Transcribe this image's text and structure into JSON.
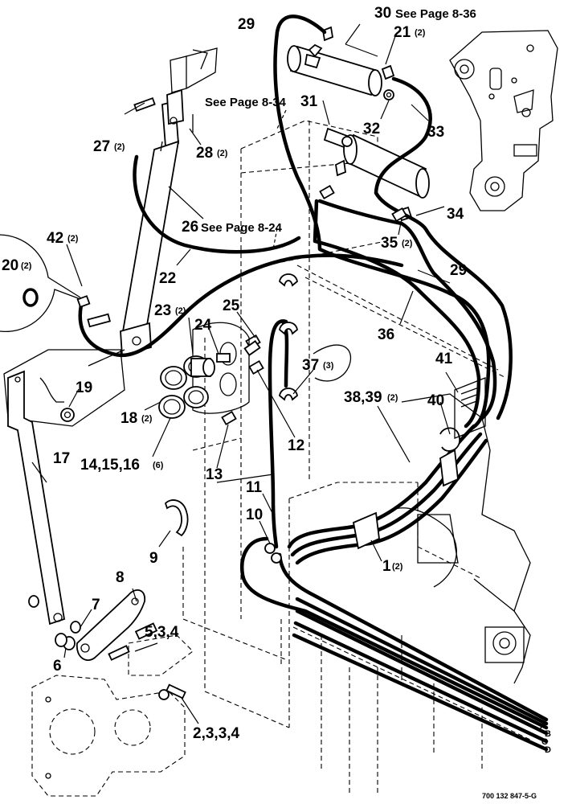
{
  "callouts": {
    "c30": "30",
    "c30_note": "See Page 8-36",
    "c29a": "29",
    "c21": "21",
    "c21q": "(2)",
    "c31": "31",
    "c31_note": "See Page 8-34",
    "c32": "32",
    "c33": "33",
    "c27": "27",
    "c27q": "(2)",
    "c28": "28",
    "c28q": "(2)",
    "c26": "26",
    "c26_note": "See Page 8-24",
    "c34": "34",
    "c35": "35",
    "c35q": "(2)",
    "c42": "42",
    "c42q": "(2)",
    "c20": "20",
    "c20q": "(2)",
    "c22": "22",
    "c29b": "29",
    "c36": "36",
    "c23": "23",
    "c23q": "(2)",
    "c25": "25",
    "c24": "24",
    "c37": "37",
    "c37q": "(3)",
    "c41": "41",
    "c19": "19",
    "c38": "38,39",
    "c38q": "(2)",
    "c40": "40",
    "c18": "18",
    "c18q": "(2)",
    "c12": "12",
    "c14": "14,15,16",
    "c14q": "(6)",
    "c13": "13",
    "c17": "17",
    "c11": "11",
    "c10": "10",
    "c1": "1",
    "c1q": "(2)",
    "c9": "9",
    "c8": "8",
    "c7": "7",
    "c534": "5,3,4",
    "c6": "6",
    "c2334": "2,3,3,4"
  },
  "hose_letters": [
    "A",
    "B",
    "C",
    "D"
  ],
  "figure_code": "700 132 847-5-G"
}
